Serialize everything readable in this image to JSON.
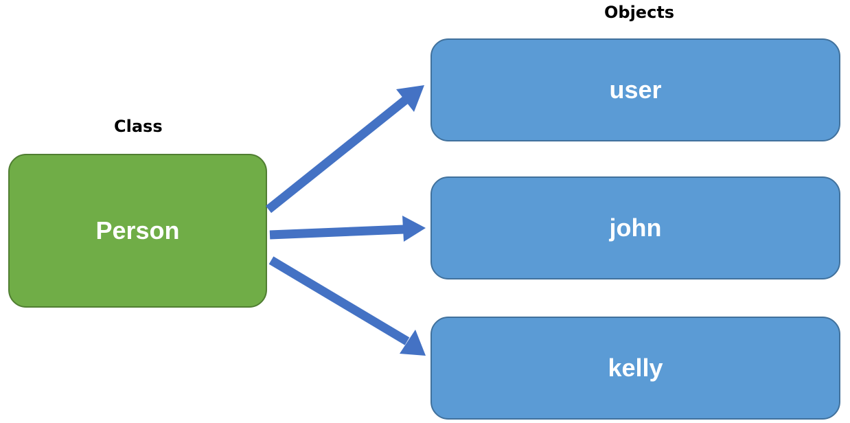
{
  "headings": {
    "class": "Class",
    "objects": "Objects"
  },
  "class_box": {
    "label": "Person"
  },
  "objects": [
    {
      "label": "user"
    },
    {
      "label": "john"
    },
    {
      "label": "kelly"
    }
  ],
  "colors": {
    "class_fill": "#70ad47",
    "class_border": "#507e32",
    "object_fill": "#5b9bd5",
    "object_border": "#41719c",
    "arrow": "#4472c4"
  }
}
